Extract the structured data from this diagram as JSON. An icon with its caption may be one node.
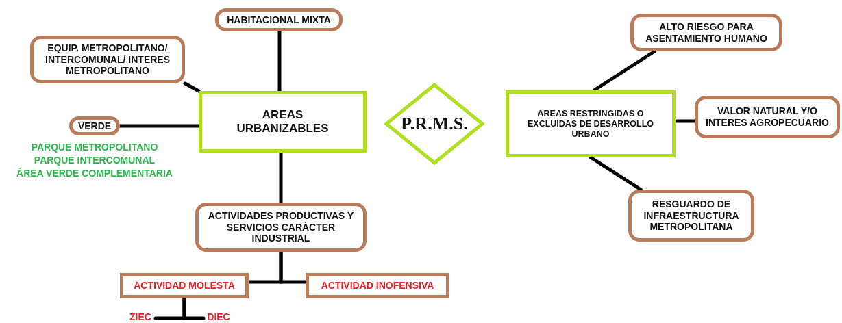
{
  "diagram": {
    "nodes": [
      {
        "text": [
          "HABITACIONAL MIXTA"
        ]
      },
      {
        "text": [
          "EQUIP. METROPOLITANO/ INTERCOMUNAL/ INTERES METROPOLITANO"
        ]
      },
      {
        "text": [
          "AREAS URBANIZABLES"
        ]
      },
      {
        "text": [
          "VERDE"
        ],
        "beside": [
          "PARQUE METROPOLITANO",
          "PARQUE INTERCOMUNAL",
          "ÁREA VERDE COMPLEMENTARIA"
        ]
      },
      {
        "text": [
          "P.R.M.S."
        ]
      },
      {
        "text": [
          "AREAS RESTRINGIDAS O EXCLUIDAS DE DESARROLLO URBANO"
        ]
      },
      {
        "text": [
          "ALTO RIESGO PARA ASENTAMIENTO HUMANO"
        ]
      },
      {
        "text": [
          "VALOR NATURAL Y/O INTERES AGROPECUARIO"
        ]
      },
      {
        "text": [
          "RESGUARDO DE INFRAESTRUCTURA METROPOLITANA"
        ]
      },
      {
        "text": [
          "ACTIVIDADES PRODUCTIVAS Y SERVICIOS CARÁCTER INDUSTRIAL"
        ]
      },
      {
        "text": [
          "ACTIVIDAD MOLESTA"
        ]
      },
      {
        "text": [
          "ACTIVIDAD INOFENSIVA"
        ]
      },
      {
        "text": [
          "ZIEC"
        ]
      },
      {
        "text": [
          "DIEC"
        ]
      }
    ],
    "edges": [
      {
        "from": 2,
        "to": 0,
        "arrow": "none"
      },
      {
        "from": 2,
        "to": 1,
        "arrow": "none"
      },
      {
        "from": 2,
        "to": 3,
        "arrow": "none"
      },
      {
        "from": 2,
        "to": 9,
        "arrow": "none"
      },
      {
        "from": 5,
        "to": 6,
        "arrow": "none"
      },
      {
        "from": 5,
        "to": 7,
        "arrow": "none"
      },
      {
        "from": 5,
        "to": 8,
        "arrow": "none"
      },
      {
        "from": 9,
        "to": 10,
        "arrow": "none"
      },
      {
        "from": 9,
        "to": 11,
        "arrow": "none"
      },
      {
        "from": 10,
        "to": 12,
        "arrow": "none"
      },
      {
        "from": 10,
        "to": 13,
        "arrow": "none"
      }
    ]
  }
}
